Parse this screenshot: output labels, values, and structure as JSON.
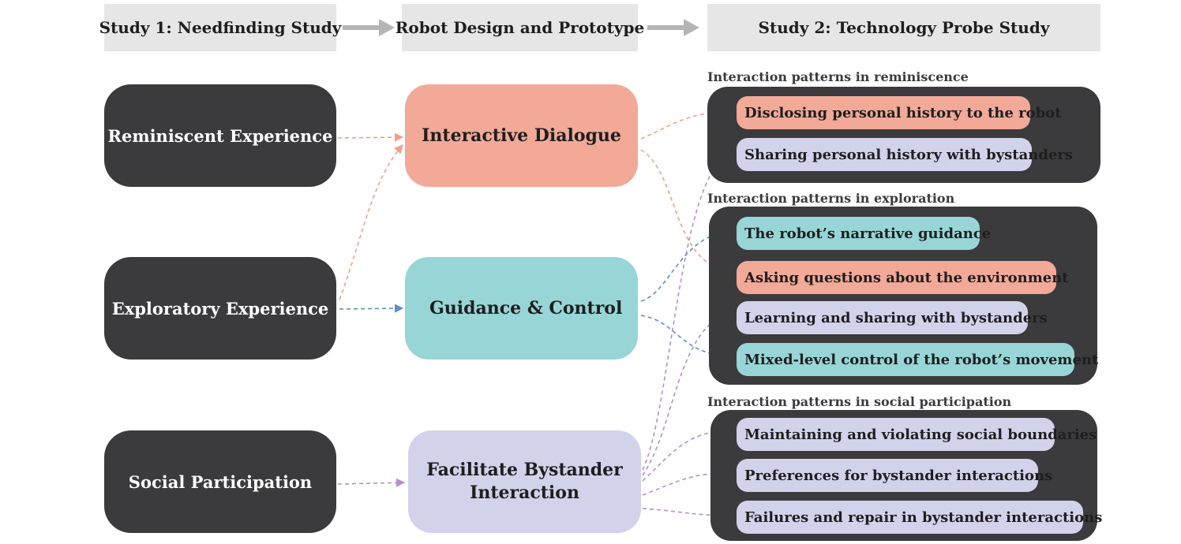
{
  "headers": {
    "study1": "Study 1: Needfinding Study",
    "design": "Robot Design and Prototype",
    "study2": "Study 2: Technology Probe Study"
  },
  "experiences": {
    "reminiscent": "Reminiscent Experience",
    "exploratory": "Exploratory Experience",
    "social": "Social Participation"
  },
  "design_features": {
    "dialogue": "Interactive Dialogue",
    "guidance": "Guidance & Control",
    "bystander_line1": "Facilitate Bystander",
    "bystander_line2": "Interaction"
  },
  "groups": {
    "reminiscence": {
      "label": "Interaction patterns in reminiscence",
      "items": [
        "Disclosing personal history to the robot",
        "Sharing personal history with bystanders"
      ]
    },
    "exploration": {
      "label": "Interaction patterns in exploration",
      "items": [
        "The robot’s narrative guidance",
        "Asking questions about the environment",
        "Learning and sharing with bystanders",
        "Mixed-level control of the robot’s movement"
      ]
    },
    "social": {
      "label": "Interaction patterns in social participation",
      "items": [
        "Maintaining and violating social boundaries",
        "Preferences for bystander interactions",
        "Failures and repair in bystander interactions"
      ]
    }
  },
  "colors": {
    "dark": "#3b3b3d",
    "header_bg": "#e6e6e6",
    "salmon": "#f2a998",
    "teal": "#98d5d7",
    "lavender": "#d3d2eb",
    "line_salmon": "#f0a08c",
    "line_blue": "#5b8fc7",
    "line_purple": "#b58fca",
    "header_arrow": "#b5b5b5"
  }
}
